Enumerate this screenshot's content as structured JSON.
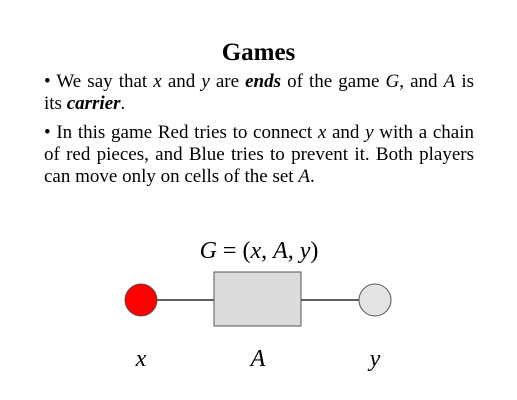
{
  "title": "Games",
  "bullets": [
    {
      "segments": [
        {
          "text": "• We say that ",
          "style": "plain"
        },
        {
          "text": "x",
          "style": "italic"
        },
        {
          "text": " and ",
          "style": "plain"
        },
        {
          "text": "y",
          "style": "italic"
        },
        {
          "text": " are ",
          "style": "plain"
        },
        {
          "text": "ends",
          "style": "bold-italic"
        },
        {
          "text": " of the game ",
          "style": "plain"
        },
        {
          "text": "G",
          "style": "italic"
        },
        {
          "text": ", and ",
          "style": "plain"
        },
        {
          "text": "A",
          "style": "italic"
        },
        {
          "text": " is its ",
          "style": "plain"
        },
        {
          "text": "carrier",
          "style": "bold-italic"
        },
        {
          "text": ".",
          "style": "plain"
        }
      ]
    },
    {
      "segments": [
        {
          "text": "• In this game Red tries to connect ",
          "style": "plain"
        },
        {
          "text": "x",
          "style": "italic"
        },
        {
          "text": " and ",
          "style": "plain"
        },
        {
          "text": "y",
          "style": "italic"
        },
        {
          "text": " with a chain of red pieces, and Blue tries to prevent it. Both players can move only on cells of the set ",
          "style": "plain"
        },
        {
          "text": "A",
          "style": "italic"
        },
        {
          "text": ".",
          "style": "plain"
        }
      ]
    }
  ],
  "diagram": {
    "formula": {
      "g": "G",
      "eq": " = (",
      "x": "x",
      "c1": ", ",
      "a": "A",
      "c2": ", ",
      "y": "y",
      "close": ")"
    },
    "labels": {
      "x": "x",
      "a": "A",
      "y": "y"
    },
    "colors": {
      "red_end": "#ff0000",
      "grey_end": "#e3e3e3",
      "carrier_fill": "#dcdcdc",
      "outline": "#555555"
    }
  }
}
